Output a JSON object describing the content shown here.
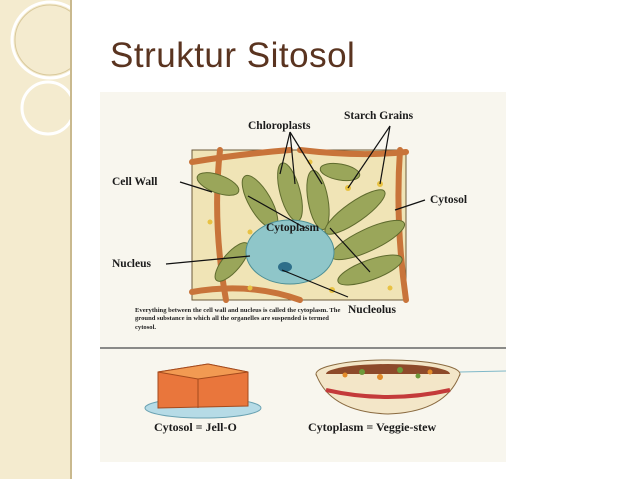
{
  "slide": {
    "title": "Struktur Sitosol"
  },
  "figure": {
    "labels": {
      "chloroplasts": "Chloroplasts",
      "starch_grains": "Starch Grains",
      "cell_wall": "Cell Wall",
      "cytosol": "Cytosol",
      "cytoplasm": "Cytoplasm",
      "nucleus": "Nucleus",
      "nucleolus": "Nucleolus"
    },
    "caption": "Everything between the cell wall and nucleus is called the cytoplasm. The ground substance in which all the organelles are suspended is termed cytosol.",
    "analogies": {
      "cytosol": "Cytosol = Jell-O",
      "cytoplasm": "Cytoplasm = Veggie-stew"
    }
  },
  "colors": {
    "panel": "#f4ebcf",
    "title": "#5a3420",
    "cell_wall": "#c8743a",
    "chloroplast": "#9aa65a",
    "nucleus": "#8fc6c9"
  }
}
